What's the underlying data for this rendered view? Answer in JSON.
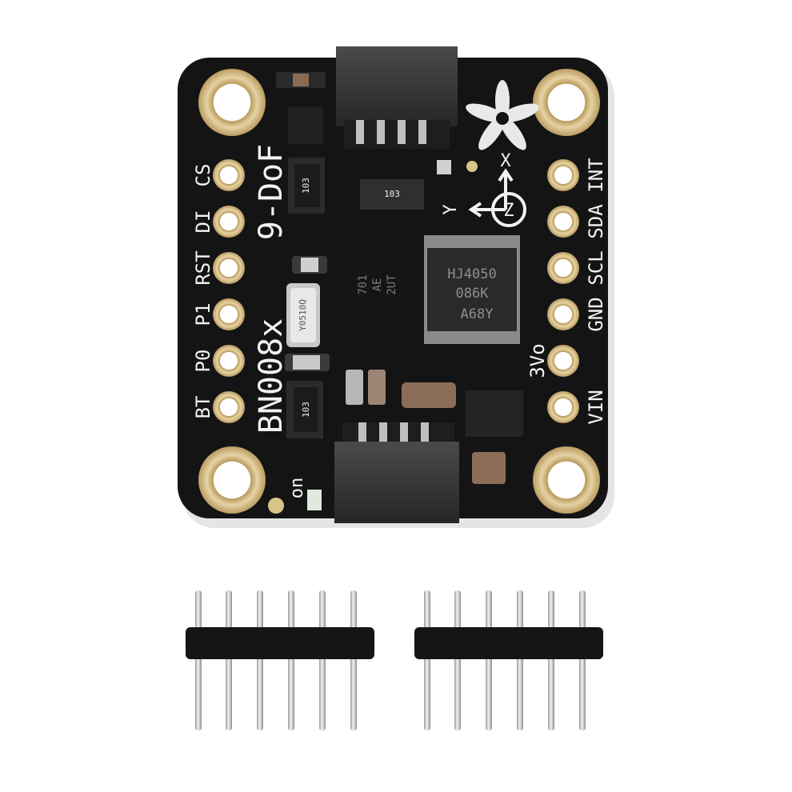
{
  "board": {
    "title_main": "BN008x",
    "title_sub": "9-DoF",
    "left_pins": [
      "CS",
      "DI",
      "RST",
      "P1",
      "P0",
      "BT"
    ],
    "right_pins": [
      "INT",
      "SDA",
      "SCL",
      "GND",
      "3Vo",
      "VIN"
    ],
    "led_label": "on",
    "axis_x": "X",
    "axis_y": "Y",
    "axis_z": "Z",
    "resistor_top": "103",
    "resistor_mid": "103",
    "resistor_bottom": "103",
    "crystal_label": "Y0510Q",
    "imu_chip_lines": [
      "701",
      "AE",
      "2UT"
    ],
    "ls_chip_lines": [
      "HJ4050",
      "086K",
      "A68Y"
    ]
  },
  "headers": {
    "left_pin_count": 6,
    "right_pin_count": 6
  },
  "colors": {
    "pcb": "#141414",
    "silkscreen": "#f2f2f2",
    "gold": "#d7bd84",
    "connector": "#2f2f2f",
    "pin_metal": "#d8d8d8"
  }
}
